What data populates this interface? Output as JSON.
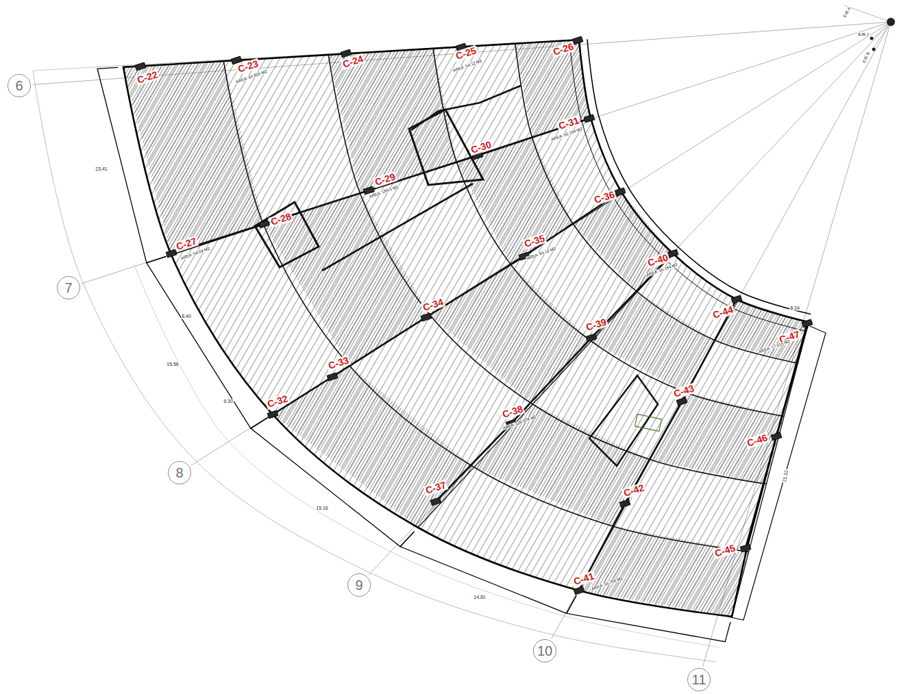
{
  "diagram": {
    "nodes": [
      {
        "text": [
          "6"
        ]
      },
      {
        "text": [
          "7"
        ]
      },
      {
        "text": [
          "8"
        ]
      },
      {
        "text": [
          "9"
        ]
      },
      {
        "text": [
          "10"
        ]
      },
      {
        "text": [
          "11"
        ]
      }
    ],
    "labels": [
      "C-22",
      "C-23",
      "C-24",
      "C-25",
      "C-26",
      "C-27",
      "C-28",
      "C-29",
      "C-30",
      "C-31",
      "C-32",
      "C-33",
      "C-34",
      "C-35",
      "C-36",
      "C-37",
      "C-38",
      "C-39",
      "C-40",
      "C-41",
      "C-42",
      "C-43",
      "C-44",
      "C-45",
      "C-46",
      "C-47",
      "AREA: 60.826 M2",
      "AREA: 54.12 M2",
      "AREA: 189.5 M2",
      "AREA: 56.194 M2",
      "AREA: 54.64 M2",
      "AREA: 85.12 M2",
      "AREA: 126.878 M2",
      "AREA: 56.184 M2",
      "AREA: 55.706 M2",
      "AREA: 17.616 M2",
      "23.41",
      "15.16",
      "14.81",
      "21.32",
      "8.24",
      "9.30",
      "8.40",
      "15.56",
      "EJE A",
      "EJE J",
      "EJE B"
    ]
  }
}
